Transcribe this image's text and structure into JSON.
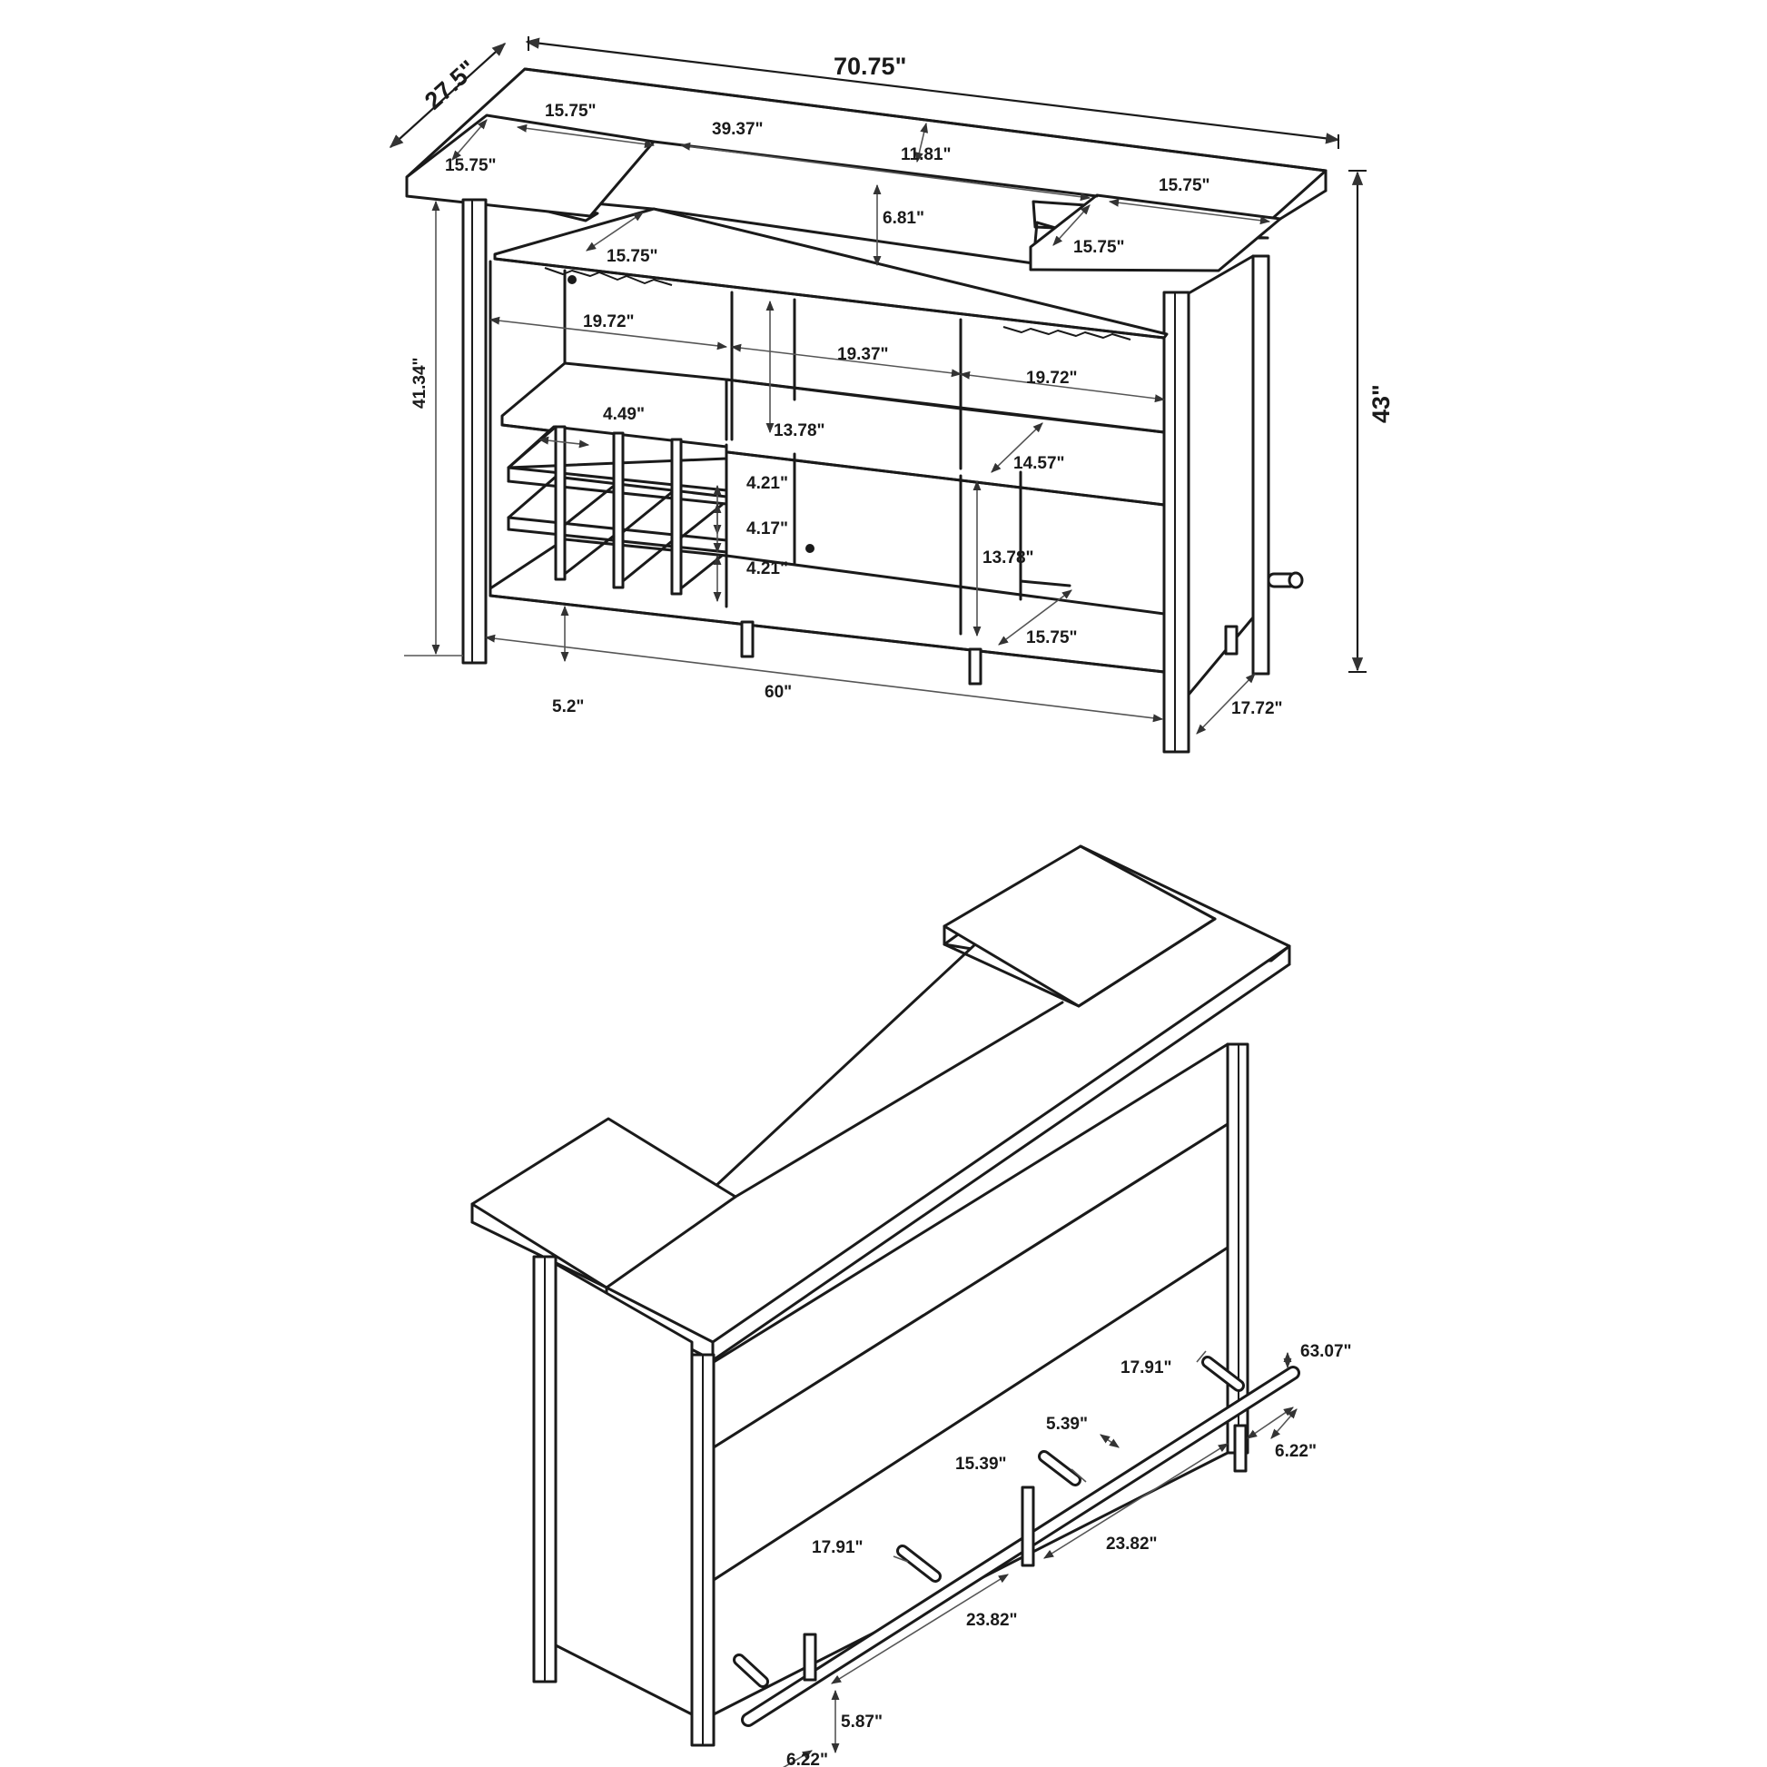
{
  "front_view": {
    "labels": {
      "width_overall": "70.75\"",
      "depth_overall": "27.5\"",
      "height_overall": "43\"",
      "height_side": "41.34\"",
      "top_left_wing_width": "15.75\"",
      "top_left_wing_depth": "15.75\"",
      "top_center": "39.37\"",
      "top_center_depth": "11.81\"",
      "top_right_wing_width": "15.75\"",
      "top_right_wing_depth": "15.75\"",
      "upper_recess": "6.81\"",
      "upper_shelf_depth": "15.75\"",
      "bay_left_width": "19.72\"",
      "bay_mid_width": "19.37\"",
      "bay_right_width": "19.72\"",
      "bay_mid_height": "13.78\"",
      "bay_right_depth": "14.57\"",
      "lower_right_height": "13.78\"",
      "bottom_shelf_depth": "15.75\"",
      "wine_cell_width": "4.49\"",
      "wine_row_1": "4.21\"",
      "wine_row_2": "4.17\"",
      "wine_row_3": "4.21\"",
      "floor_clearance": "5.2\"",
      "base_length": "60\"",
      "side_depth": "17.72\""
    }
  },
  "back_view": {
    "labels": {
      "rail_length": "63.07\"",
      "rail_offset_back": "17.91\"",
      "rail_standoff": "5.39\"",
      "rail_segment_mid": "15.39\"",
      "rail_offset_front": "17.91\"",
      "leg_spacing_right": "23.82\"",
      "leg_spacing_left": "23.82\"",
      "rail_height": "5.87\"",
      "leg_offset_left": "6.22\"",
      "leg_offset_right": "6.22\""
    }
  }
}
